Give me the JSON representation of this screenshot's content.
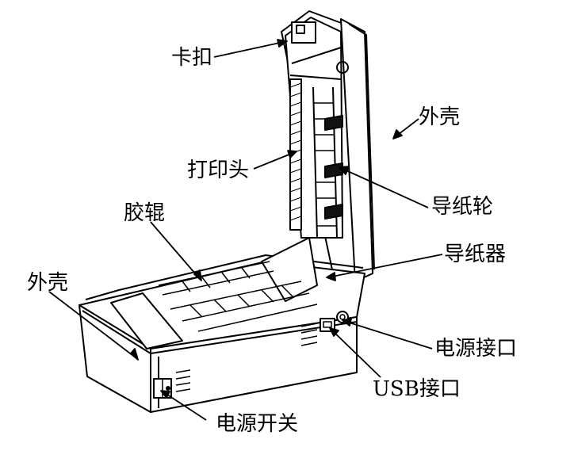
{
  "labels": {
    "clip": "卡扣",
    "outer_shell_top": "外壳",
    "print_head": "打印头",
    "paper_guide_wheel": "导纸轮",
    "rubber_roller": "胶辊",
    "paper_guide": "导纸器",
    "outer_shell_left": "外壳",
    "power_port": "电源接口",
    "usb_port": "USB接口",
    "power_switch": "电源开关"
  },
  "colors": {
    "line": "#000000",
    "background": "#ffffff",
    "fill": "#ffffff"
  }
}
